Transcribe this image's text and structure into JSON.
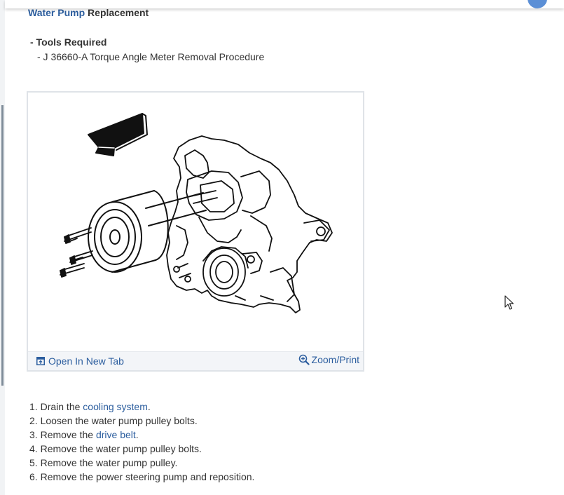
{
  "title": {
    "link": "Water Pump",
    "rest": " Replacement"
  },
  "tools": {
    "heading": "-  Tools Required",
    "items": [
      "-  J 36660-A Torque Angle Meter Removal Procedure"
    ]
  },
  "figure": {
    "open_label": "Open In New Tab",
    "open_icon": "open-in-new-tab-icon",
    "zoom_label": "Zoom/Print",
    "zoom_icon": "zoom-in-icon"
  },
  "steps": [
    {
      "num": "1.",
      "pre": "Drain the ",
      "link": "cooling system",
      "post": "."
    },
    {
      "num": "2.",
      "pre": "Loosen the water pump pulley bolts.",
      "link": "",
      "post": ""
    },
    {
      "num": "3.",
      "pre": "Remove the ",
      "link": "drive belt",
      "post": "."
    },
    {
      "num": "4.",
      "pre": "Remove the water pump pulley bolts.",
      "link": "",
      "post": ""
    },
    {
      "num": "5.",
      "pre": "Remove the water pump pulley.",
      "link": "",
      "post": ""
    },
    {
      "num": "6.",
      "pre": "Remove the power steering pump and reposition.",
      "link": "",
      "post": ""
    }
  ],
  "colors": {
    "link": "#2b5d9e",
    "text": "#333333",
    "avatar": "#5b8fd6"
  }
}
